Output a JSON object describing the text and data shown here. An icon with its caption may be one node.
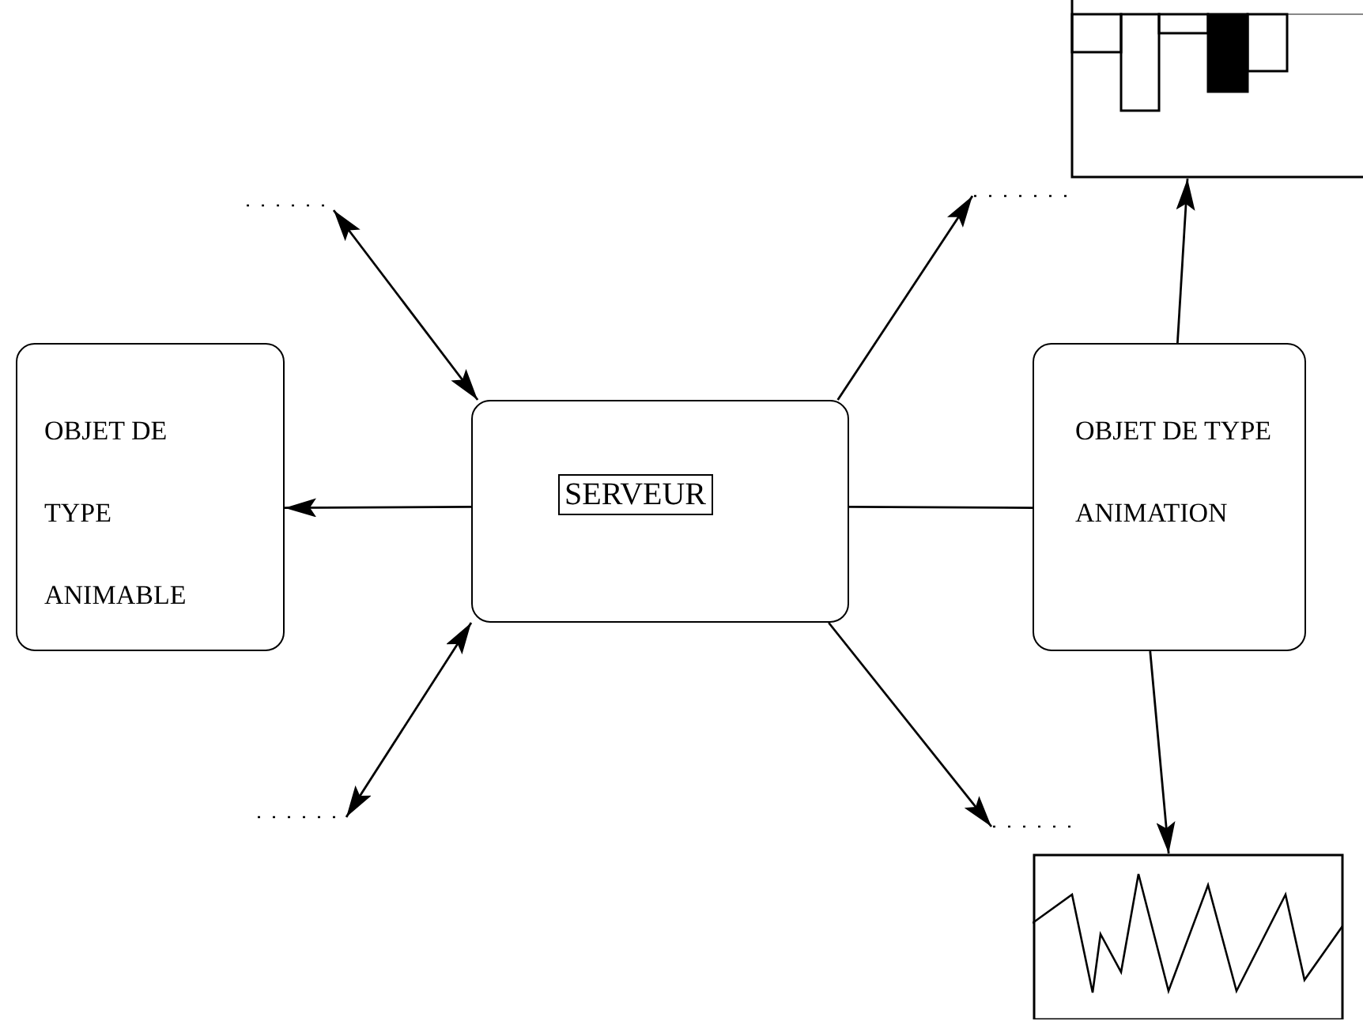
{
  "diagram": {
    "nodes": [
      {
        "text": [],
        "shape": "chart"
      },
      {
        "text": [],
        "shape": "line"
      },
      {
        "text": [],
        "shape": "line"
      },
      {
        "text": [
          "OBJET DE TYPE ANIMABLE"
        ]
      },
      {
        "text": [
          "SERVEUR"
        ]
      },
      {
        "text": [
          "OBJET DE TYPE ANIMATION"
        ]
      },
      {
        "text": [],
        "shape": "line"
      },
      {
        "text": [],
        "shape": "line"
      },
      {
        "text": [],
        "shape": "chart"
      }
    ],
    "edges": [
      {
        "from": 4,
        "to": 3,
        "arrow": "to"
      },
      {
        "from": 2,
        "to": 4,
        "arrow": "both"
      },
      {
        "from": 4,
        "to": 1,
        "arrow": "to"
      },
      {
        "from": 4,
        "to": 6,
        "arrow": "both"
      },
      {
        "from": 4,
        "to": 7,
        "arrow": "to"
      },
      {
        "from": 4,
        "to": 5,
        "arrow": "none"
      },
      {
        "from": 5,
        "to": 0,
        "arrow": "to"
      },
      {
        "from": 5,
        "to": 8,
        "arrow": "to"
      }
    ]
  }
}
